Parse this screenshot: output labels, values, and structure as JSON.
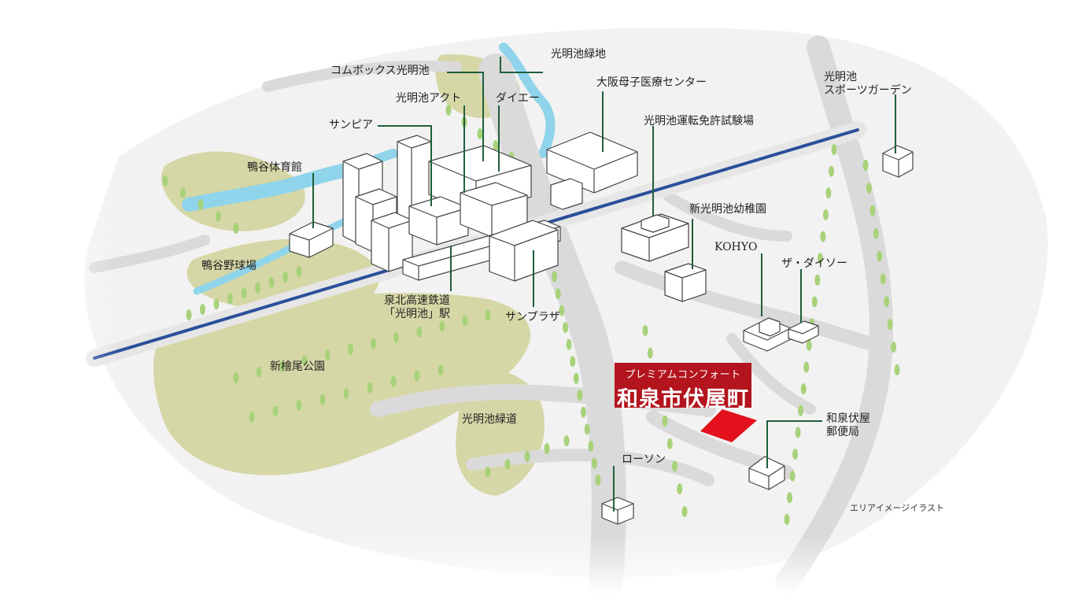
{
  "labels": {
    "komei_ryokuchi": "光明池緑地",
    "combox": "コムボックス光明池",
    "osaka_boshi": "大阪母子医療センター",
    "komei_sports": "光明池\nスポーツガーデン",
    "act": "光明池アクト",
    "daiei": "ダイエー",
    "menkyo": "光明池運転免許試験場",
    "sunpia": "サンピア",
    "kamotani_gym": "鴨谷体育館",
    "shin_kindergarten": "新光明池幼稚園",
    "kohyo": "KOHYO",
    "daiso": "ザ・ダイソー",
    "kamotani_baseball": "鴨谷野球場",
    "station": "泉北高速鉄道\n「光明池」駅",
    "sunplaza": "サンプラザ",
    "shinhinoki_park": "新檜尾公園",
    "ryokudo": "光明池緑道",
    "lawson": "ローソン",
    "post_office": "和泉伏屋\n郵便局",
    "caption": "エリアイメージイラスト"
  },
  "property": {
    "subtitle": "プレミアムコンフォート",
    "name": "和泉市伏屋町"
  },
  "colors": {
    "leader_line": "#1f5e3a",
    "property_fill": "#e2111b",
    "property_label_bg": "#b3141e",
    "railway": "#2a4f9a",
    "river": "#8fd4ea",
    "greenery": "#d6d7a6",
    "road": "#d9d9d9",
    "tree": "#a8d27a"
  }
}
